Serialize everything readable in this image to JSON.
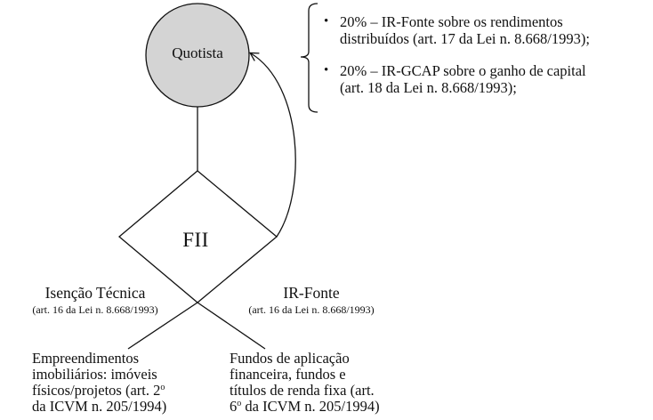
{
  "quotista": {
    "label": "Quotista"
  },
  "fii": {
    "label": "FII"
  },
  "taxes": [
    {
      "lines": [
        "20% – IR-Fonte sobre os rendimentos",
        "distribuídos (art. 17 da Lei n. 8.668/1993);"
      ]
    },
    {
      "lines": [
        "20% – IR-GCAP sobre o ganho de capital",
        "(art. 18 da Lei n. 8.668/1993);"
      ]
    }
  ],
  "left_branch": {
    "label": "Isenção Técnica",
    "sublabel": "(art. 16 da Lei n. 8.668/1993)",
    "description": [
      "Empreendimentos",
      "imobiliários: imóveis",
      "físicos/projetos (art. 2",
      "o",
      "da ICVM n. 205/1994)"
    ]
  },
  "right_branch": {
    "label": "IR-Fonte",
    "sublabel": "(art. 16 da Lei n. 8.668/1993)",
    "description": [
      "Fundos de aplicação",
      "financeira, fundos e",
      "títulos de renda fixa (art.",
      "6",
      "o",
      " da ICVM n. 205/1994)"
    ]
  }
}
